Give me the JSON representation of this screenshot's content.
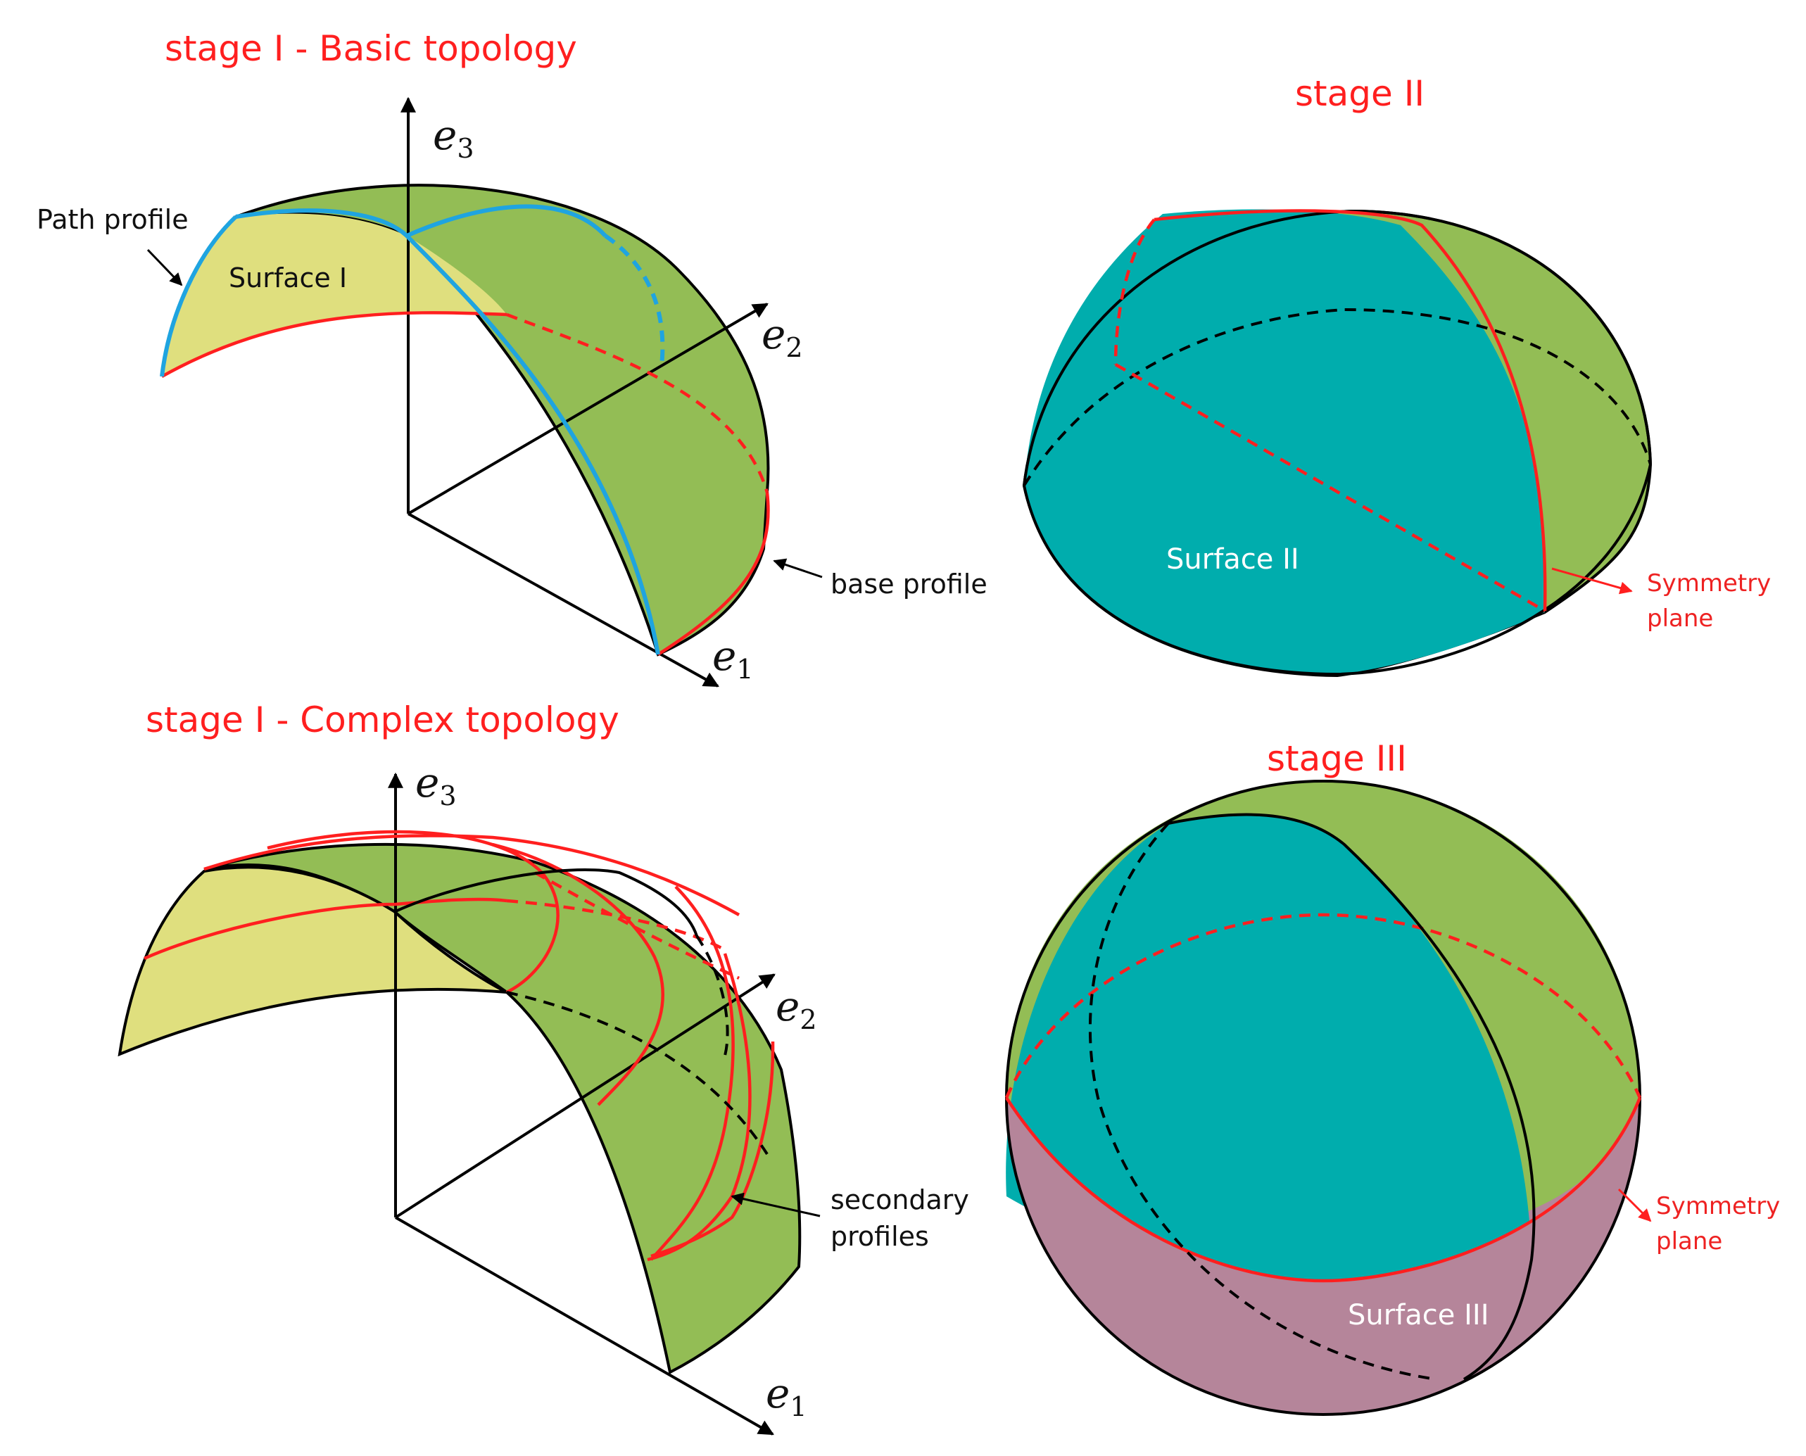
{
  "panels": {
    "basic": {
      "title": "stage I - Basic topology",
      "surface_label": "Surface I",
      "path_profile_label": "Path profile",
      "base_profile_label": "base profile"
    },
    "complex": {
      "title": "stage I - Complex topology",
      "secondary_label_line1": "secondary",
      "secondary_label_line2": "profiles"
    },
    "stage2": {
      "title": "stage II",
      "surface_label": "Surface II",
      "symmetry_line1": "Symmetry",
      "symmetry_line2": "plane"
    },
    "stage3": {
      "title": "stage III",
      "surface_label": "Surface III",
      "symmetry_line1": "Symmetry",
      "symmetry_line2": "plane"
    }
  },
  "axes": {
    "e1": {
      "base": "e",
      "index": "1"
    },
    "e2": {
      "base": "e",
      "index": "2"
    },
    "e3": {
      "base": "e",
      "index": "3"
    }
  },
  "colors": {
    "green": "#93bd55",
    "yellow": "#dfdf7e",
    "teal": "#00adad",
    "mauve": "#b5859a",
    "red": "#ff1f1f",
    "blue": "#1fa4e0"
  }
}
